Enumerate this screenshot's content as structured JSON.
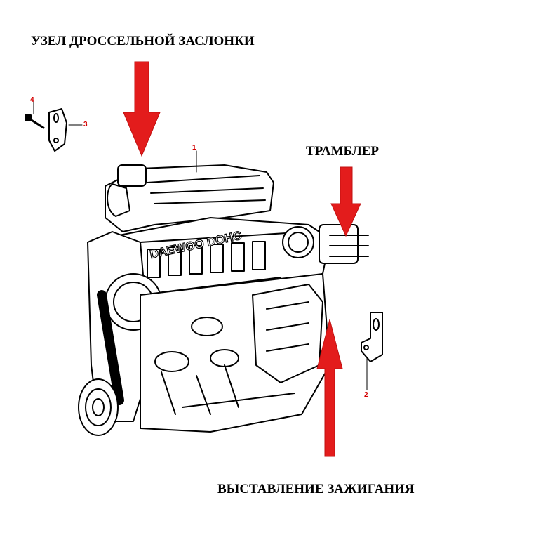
{
  "labels": {
    "throttle": "УЗЕЛ ДРОССЕЛЬНОЙ ЗАСЛОНКИ",
    "distributor": "ТРАМБЛЕР",
    "ignition_timing": "ВЫСТАВЛЕНИЕ ЗАЖИГАНИЯ"
  },
  "callouts": {
    "c1": "1",
    "c2": "2",
    "c3": "3",
    "c4": "4"
  },
  "engine_brand": "DAEWOO DOHC",
  "colors": {
    "arrow": "#e31c1c",
    "callout": "#d40000",
    "line": "#000000"
  }
}
